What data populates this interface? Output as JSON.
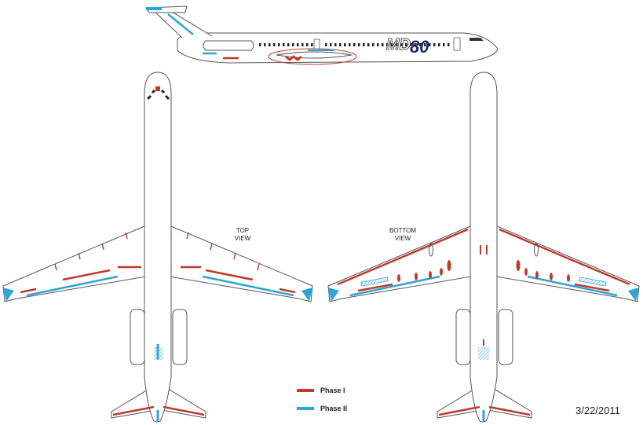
{
  "logo": {
    "text": "MD80"
  },
  "views": {
    "top": {
      "line1": "TOP",
      "line2": "VIEW"
    },
    "bottom": {
      "line1": "BOTTOM",
      "line2": "VIEW"
    }
  },
  "legend": [
    {
      "label": "Phase I",
      "color": "#c0392b"
    },
    {
      "label": "Phase II",
      "color": "#2fa4d7"
    }
  ],
  "date": "3/22/2011",
  "colors": {
    "phase1": "#c0392b",
    "phase2": "#2fa4d7",
    "outline": "#555555",
    "logo_blue": "#1e2a6e"
  }
}
